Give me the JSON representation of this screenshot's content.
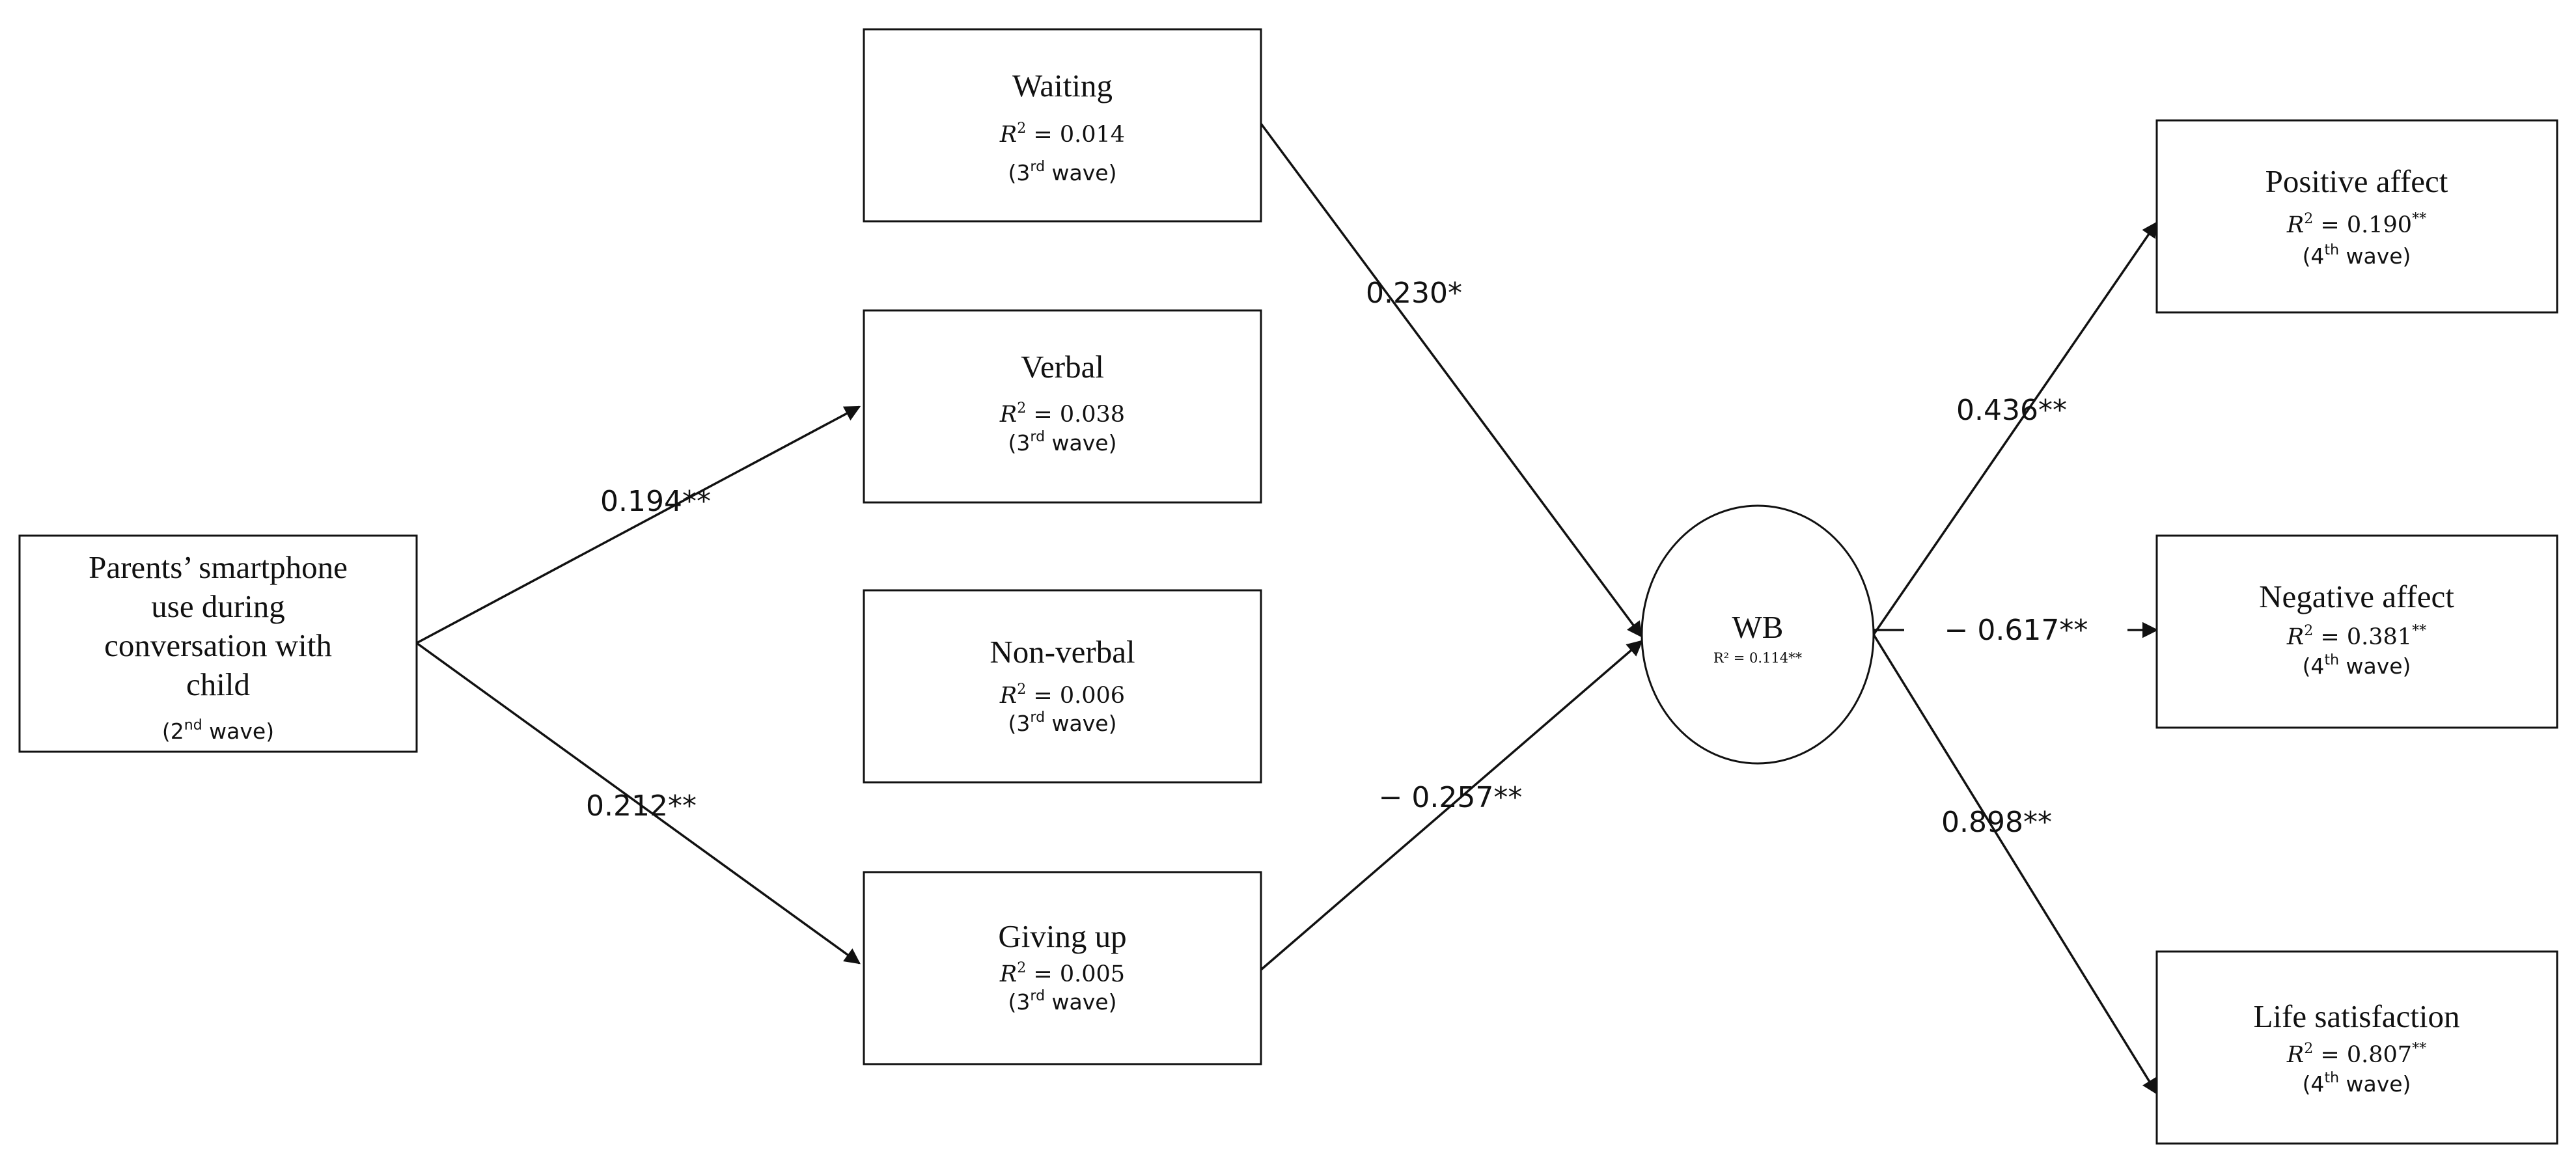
{
  "nodes": {
    "parents": {
      "lines": [
        "Parents’ smartphone",
        "use during",
        "conversation  with",
        "child"
      ],
      "wave": "(2nd wave)",
      "wave_num": "(2",
      "wave_sup": "nd",
      "wave_rest": " wave)"
    },
    "waiting": {
      "title": "Waiting",
      "r2": "R² = 0.014",
      "r2_value": "= 0.014",
      "wave_num": "(3",
      "wave_sup": "rd",
      "wave_rest": " wave)"
    },
    "verbal": {
      "title": "Verbal",
      "r2": "R² = 0.038",
      "r2_value": "= 0.038",
      "wave_num": "(3",
      "wave_sup": "rd",
      "wave_rest": " wave)"
    },
    "nonverbal": {
      "title": "Non-verbal",
      "r2": "R² = 0.006",
      "r2_value": "= 0.006",
      "wave_num": "(3",
      "wave_sup": "rd",
      "wave_rest": " wave)"
    },
    "givingup": {
      "title": "Giving  up",
      "r2": "R² = 0.005",
      "r2_value": "= 0.005",
      "wave_num": "(3",
      "wave_sup": "rd",
      "wave_rest": " wave)"
    },
    "wb": {
      "title": "WB",
      "r2": "R² = 0.114**"
    },
    "positive": {
      "title": "Positive  affect",
      "r2": "R² = 0.190**",
      "r2_value": "= 0.190",
      "r2_sig": "**",
      "wave_num": "(4",
      "wave_sup": "th",
      "wave_rest": " wave)"
    },
    "negative": {
      "title": "Negative affect",
      "r2": "R² = 0.381**",
      "r2_value": "= 0.381",
      "r2_sig": "**",
      "wave_num": "(4",
      "wave_sup": "th",
      "wave_rest": " wave)"
    },
    "life": {
      "title": "Life satisfaction",
      "r2": "R² = 0.807**",
      "r2_value": "= 0.807",
      "r2_sig": "**",
      "wave_num": "(4",
      "wave_sup": "th",
      "wave_rest": " wave)"
    }
  },
  "paths": {
    "parents_verbal": "0.194**",
    "parents_givingup": "0.212**",
    "waiting_wb": "0.230*",
    "givingup_wb": "− 0.257**",
    "wb_positive": "0.436**",
    "wb_negative": "− 0.617**",
    "wb_life": "0.898**"
  }
}
